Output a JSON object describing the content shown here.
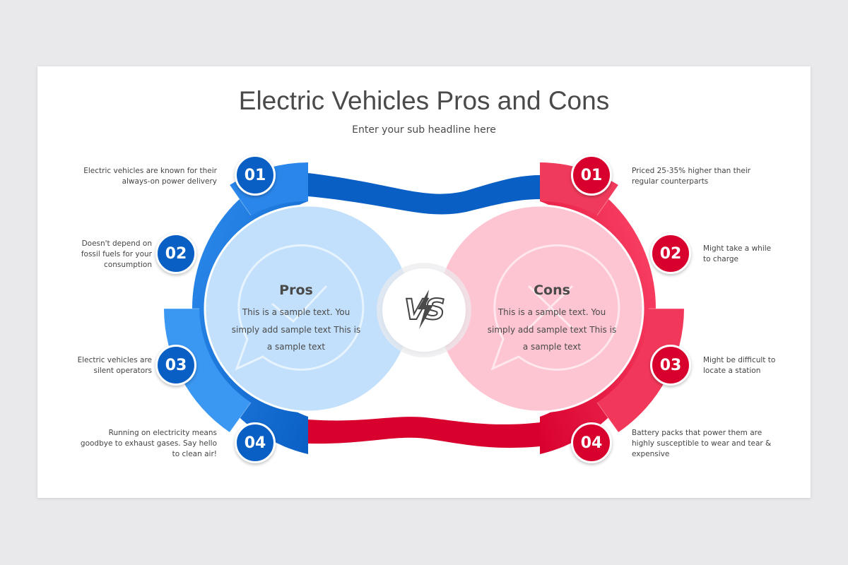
{
  "header": {
    "title": "Electric Vehicles Pros and Cons",
    "subtitle": "Enter your sub headline here"
  },
  "pros": {
    "heading": "Pros",
    "body": "This is a sample text. You simply add sample text This is a sample text",
    "color": "#0a5fc4",
    "items": [
      {
        "number": "01",
        "text": "Electric vehicles are known for their always-on power delivery"
      },
      {
        "number": "02",
        "text": "Doesn't depend on fossil fuels for your consumption"
      },
      {
        "number": "03",
        "text": "Electric vehicles are silent operators"
      },
      {
        "number": "04",
        "text": "Running on electricity means goodbye to exhaust gases. Say hello to clean air!"
      }
    ]
  },
  "cons": {
    "heading": "Cons",
    "body": "This is a sample text. You simply add sample text This is a sample text",
    "color": "#d8002d",
    "items": [
      {
        "number": "01",
        "text": "Priced 25-35% higher than their regular counterparts"
      },
      {
        "number": "02",
        "text": "Might take a while to charge"
      },
      {
        "number": "03",
        "text": "Might be difficult to locate a station"
      },
      {
        "number": "04",
        "text": "Battery packs that power them are highly susceptible to wear and tear & expensive"
      }
    ]
  },
  "vs": {
    "label": "VS",
    "icon": "lightning-icon"
  }
}
